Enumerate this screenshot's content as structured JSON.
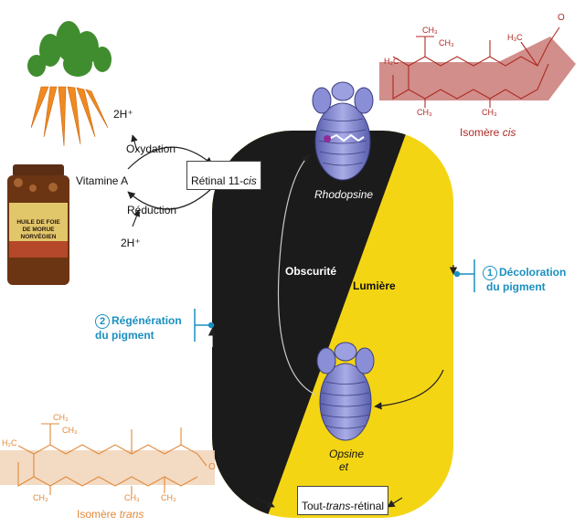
{
  "cycle": {
    "dark_label": "Obscurité",
    "light_label": "Lumière",
    "rhodopsin": "Rhodopsine",
    "opsin": "Opsine",
    "opsin_and": "et"
  },
  "retinal_cis_box": {
    "prefix": "Rétinal 11-",
    "italic": "cis"
  },
  "retinal_trans_box": {
    "prefix": "Tout-",
    "italic": "trans",
    "suffix": "-rétinal"
  },
  "vitamin": {
    "label": "Vitamine A",
    "oxidation": "Oxydation",
    "reduction": "Réduction",
    "h_top": "2H⁺",
    "h_bottom": "2H⁺"
  },
  "steps": {
    "bleaching": {
      "num": "1",
      "line1": "Décoloration",
      "line2": "du pigment"
    },
    "regeneration": {
      "num": "2",
      "line1": "Régénération",
      "line2": "du pigment"
    }
  },
  "isomers": {
    "cis": {
      "prefix": "Isomère ",
      "italic": "cis"
    },
    "trans": {
      "prefix": "Isomère ",
      "italic": "trans"
    }
  },
  "bottle": {
    "line1": "HUILE DE FOIE",
    "line2": "DE MORUE",
    "line3": "NORVÉGIEN"
  },
  "colors": {
    "dark": "#1b1b1b",
    "light": "#f4d514",
    "accent_blue": "#1a8fc0",
    "cis_band": "#c97a76",
    "trans_band": "#f1d3b8",
    "trans_text": "#e08a3c",
    "cis_text": "#b02a24",
    "protein": "#7a7fc9"
  }
}
